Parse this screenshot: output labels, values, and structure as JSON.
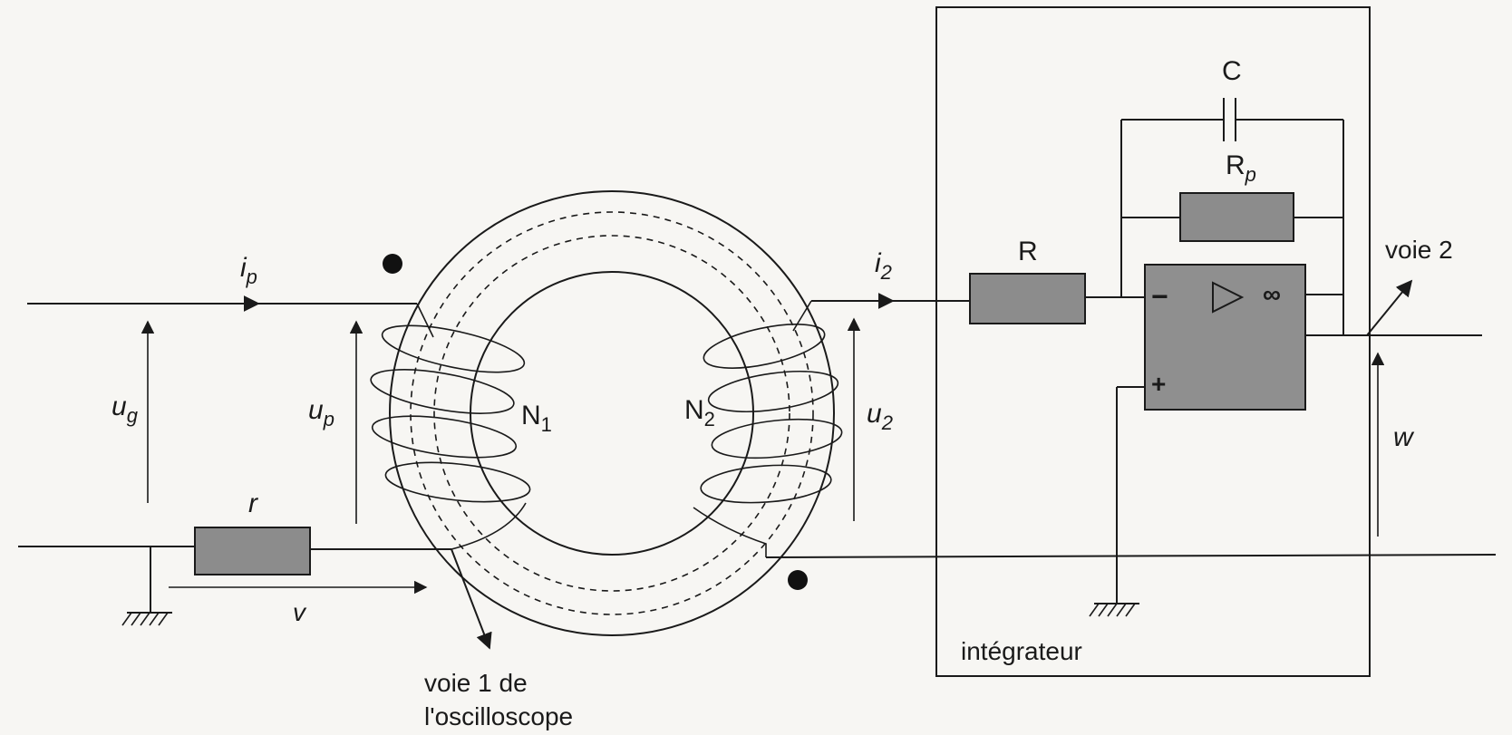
{
  "labels": {
    "ip": "i",
    "ip_sub": "p",
    "ug": "u",
    "ug_sub": "g",
    "up": "u",
    "up_sub": "p",
    "r": "r",
    "v": "v",
    "N1": "N",
    "N1_sub": "1",
    "N2": "N",
    "N2_sub": "2",
    "i2": "i",
    "i2_sub": "2",
    "u2": "u",
    "u2_sub": "2",
    "R": "R",
    "C": "C",
    "Rp": "R",
    "Rp_sub": "p",
    "w": "w",
    "voie2": "voie 2",
    "voie1_line1": "voie 1 de",
    "voie1_line2": "l'oscilloscope",
    "integrateur": "intégrateur",
    "opamp_minus": "−",
    "opamp_plus": "+",
    "opamp_inf": "∞"
  }
}
